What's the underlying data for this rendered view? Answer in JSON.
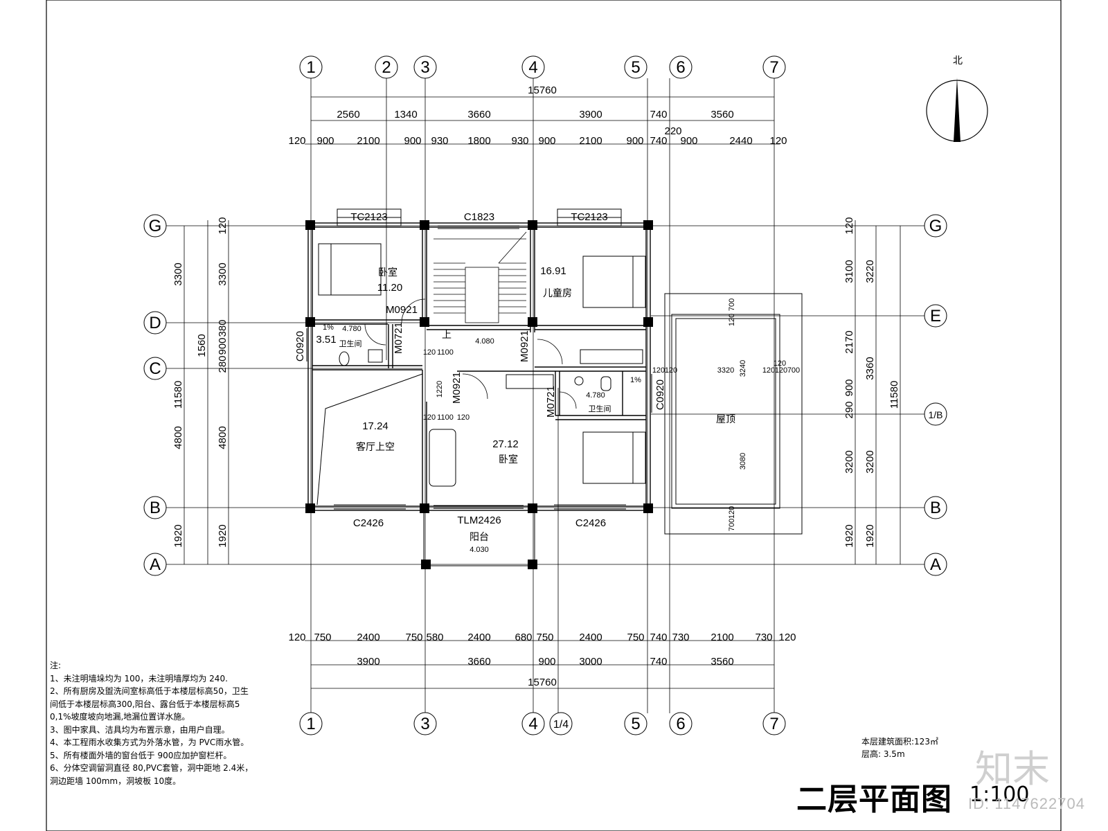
{
  "drawing": {
    "title": "二层平面图",
    "scale": "1:100",
    "area_text": "本层建筑面积:123㎡",
    "height_text": "层高: 3.5m",
    "north": "北",
    "watermark_id": "ID: 1147622704",
    "watermark_logo": "知末"
  },
  "grid": {
    "vertical": [
      "1",
      "2",
      "3",
      "4",
      "5",
      "6",
      "7"
    ],
    "vertical_bottom": [
      "1",
      "3",
      "4",
      "1/4",
      "5",
      "6",
      "7"
    ],
    "horizontal_left": [
      "G",
      "D",
      "C",
      "B",
      "A"
    ],
    "horizontal_right": [
      "G",
      "E",
      "1/B",
      "B",
      "A"
    ]
  },
  "dims": {
    "top_total": "15760",
    "top_row2": [
      "2560",
      "1340",
      "3660",
      "3900",
      "740",
      "3560"
    ],
    "top_row3": [
      "120",
      "900",
      "2100",
      "900",
      "930",
      "1800",
      "930",
      "900",
      "2100",
      "900",
      "740",
      "900",
      "2440",
      "120"
    ],
    "top_extra": "220",
    "bottom_row1": [
      "120",
      "750",
      "2400",
      "750",
      "580",
      "2400",
      "680",
      "750",
      "2400",
      "750",
      "740",
      "730",
      "2100",
      "730",
      "120"
    ],
    "bottom_row2": [
      "3900",
      "3660",
      "900",
      "3000",
      "740",
      "3560"
    ],
    "bottom_total": "15760",
    "left_outer": [
      "3300",
      "1560",
      "4800",
      "1920"
    ],
    "left_total": "11580",
    "left_inner": [
      "120",
      "3300",
      "380",
      "900",
      "280",
      "4800",
      "1920"
    ],
    "right_inner": [
      "120",
      "3100",
      "2170",
      "900",
      "290",
      "3200",
      "1920"
    ],
    "right_outer": [
      "3220",
      "3360",
      "3200",
      "1920"
    ],
    "right_total": "11580"
  },
  "openings": {
    "tc_left": "TC2123",
    "c1823": "C1823",
    "tc_right": "TC2123",
    "m0921_a": "M0921",
    "m0721_a": "M0721",
    "c0920_a": "C0920",
    "m0921_b": "M0921",
    "m0921_c": "M0921",
    "m0721_b": "M0721",
    "c0920_b": "C0920",
    "c2426_left": "C2426",
    "tlm": "TLM2426",
    "c2426_right": "C2426"
  },
  "rooms": {
    "bedroom1_label": "卧室",
    "bedroom1_area": "11.20",
    "kids_area": "16.91",
    "kids_label": "儿童房",
    "bath1_label": "卫生间",
    "bath1_area": "3.51",
    "bath1_level": "4.780",
    "bath1_slope": "1%",
    "stair_level": "4.080",
    "stair_up": "上",
    "void_area": "17.24",
    "void_label": "客厅上空",
    "bedroom2_area": "27.12",
    "bedroom2_label": "卧室",
    "bath2_label": "卫生间",
    "bath2_level": "4.780",
    "bath2_slope": "1%",
    "balcony_label": "阳台",
    "balcony_level": "4.030",
    "roof_label": "屋顶"
  },
  "small_dims": [
    "120",
    "1100",
    "1220",
    "120",
    "1100",
    "120",
    "120",
    "120",
    "3320",
    "3240",
    "120",
    "120",
    "700",
    "3080",
    "700",
    "120",
    "120",
    "700",
    "120"
  ],
  "notes": {
    "heading": "注:",
    "lines": [
      "1、未注明墙垛均为   100，未注明墙厚均为   240.",
      "2、所有厨房及盥洗间室标高低于本楼层标高50，卫生",
      "   间低于本楼层标高300,阳台、露台低于本楼层标高5",
      "   0,1%坡度坡向地漏,地漏位置详水施。",
      "3、图中家具、洁具均为布置示意，由用户自理。",
      "4、本工程雨水收集方式为外落水管，为       PVC雨水管。",
      "5、所有楼面外墙的窗台低于      900应加护窗栏杆。",
      "6、分体空调留洞直径     80,PVC套管，洞中距地     2.4米，",
      "   洞边距墙  100mm，洞坡板 10度。"
    ]
  }
}
